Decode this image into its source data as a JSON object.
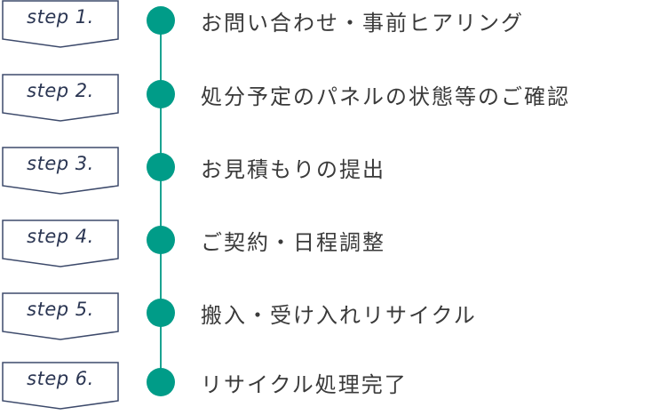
{
  "accent_color": "#009c88",
  "line_color": "#1aa391",
  "badge_border_color": "#3d4a6b",
  "steps": [
    {
      "badge": "step 1.",
      "text": "お問い合わせ・事前ヒアリング"
    },
    {
      "badge": "step 2.",
      "text": "処分予定のパネルの状態等のご確認"
    },
    {
      "badge": "step 3.",
      "text": "お見積もりの提出"
    },
    {
      "badge": "step 4.",
      "text": "ご契約・日程調整"
    },
    {
      "badge": "step 5.",
      "text": "搬入・受け入れリサイクル"
    },
    {
      "badge": "step 6.",
      "text": "リサイクル処理完了"
    }
  ]
}
